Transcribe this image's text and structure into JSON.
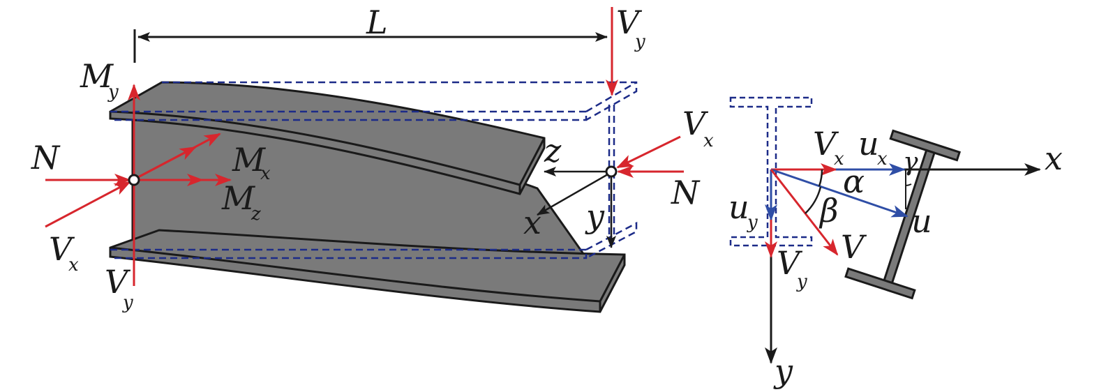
{
  "colors": {
    "force": "#d7262d",
    "displacement": "#2f4ea6",
    "dashed_outline": "#1c2b88",
    "beam_fill": "#7a7a7a",
    "beam_stroke": "#1a1a1a",
    "axis": "#1a1a1a"
  },
  "labels": {
    "length": "L",
    "My": {
      "main": "M",
      "sub": "y"
    },
    "Mx": {
      "main": "M",
      "sub": "x"
    },
    "Mz": {
      "main": "M",
      "sub": "z"
    },
    "N_left": "N",
    "N_right": "N",
    "Vx_left": {
      "main": "V",
      "sub": "x"
    },
    "Vy_left": {
      "main": "V",
      "sub": "y"
    },
    "Vy_top": {
      "main": "V",
      "sub": "y"
    },
    "Vx_right": {
      "main": "V",
      "sub": "x"
    },
    "z_axis": "z",
    "x_axis_local": "x",
    "y_axis_local": "y",
    "sec_Vx": {
      "main": "V",
      "sub": "x"
    },
    "sec_ux": {
      "main": "u",
      "sub": "x"
    },
    "sec_uy": {
      "main": "u",
      "sub": "y"
    },
    "sec_Vy": {
      "main": "V",
      "sub": "y"
    },
    "sec_V": "V",
    "sec_u": "u",
    "alpha": "α",
    "beta": "β",
    "gamma": "γ",
    "sec_x": "x",
    "sec_y": "y"
  }
}
